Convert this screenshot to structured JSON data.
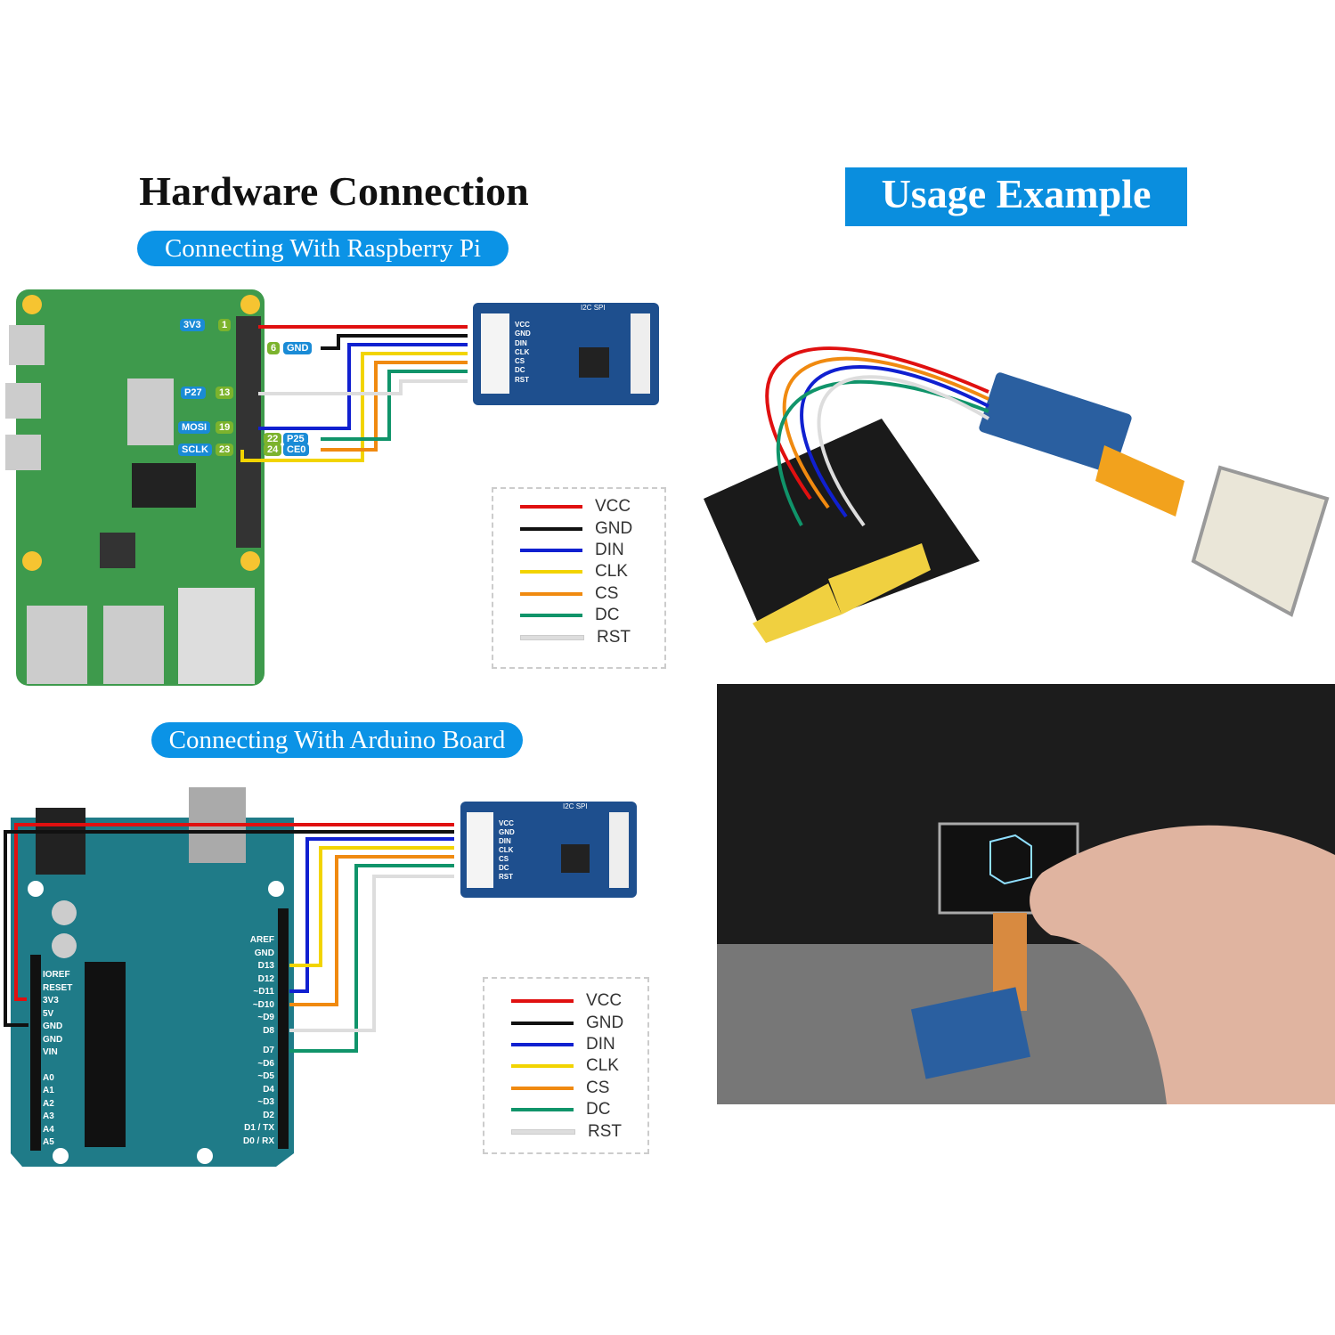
{
  "hardware_title": "Hardware Connection",
  "usage_title": "Usage Example",
  "rpi_section": {
    "label": "Connecting With Raspberry Pi",
    "pins": [
      {
        "name": "3V3",
        "num": "1"
      },
      {
        "name": "GND",
        "num": "6"
      },
      {
        "name": "P27",
        "num": "13"
      },
      {
        "name": "MOSI",
        "num": "19"
      },
      {
        "name": "SCLK",
        "num": "23"
      },
      {
        "name": "P25",
        "num": "22"
      },
      {
        "name": "CE0",
        "num": "24"
      }
    ]
  },
  "arduino_section": {
    "label": "Connecting With Arduino Board",
    "left_pins": [
      "IOREF",
      "RESET",
      "3V3",
      "5V",
      "GND",
      "GND",
      "VIN",
      "A0",
      "A1",
      "A2",
      "A3",
      "A4",
      "A5"
    ],
    "right_pins": [
      "AREF",
      "GND",
      "D13",
      "D12",
      "~D11",
      "~D10",
      "~D9",
      "D8",
      "D7",
      "~D6",
      "~D5",
      "D4",
      "~D3",
      "D2",
      "D1 / TX",
      "D0 / RX"
    ]
  },
  "module": {
    "pins": [
      "VCC",
      "GND",
      "DIN",
      "CLK",
      "CS",
      "DC",
      "RST"
    ],
    "jumper_labels": [
      "I2C",
      "SPI"
    ]
  },
  "legend": [
    {
      "label": "VCC",
      "color": "#e01010"
    },
    {
      "label": "GND",
      "color": "#111111"
    },
    {
      "label": "DIN",
      "color": "#1020d0"
    },
    {
      "label": "CLK",
      "color": "#f2d400"
    },
    {
      "label": "CS",
      "color": "#f08a10"
    },
    {
      "label": "DC",
      "color": "#10946a"
    },
    {
      "label": "RST",
      "color": "#dddddd"
    }
  ]
}
